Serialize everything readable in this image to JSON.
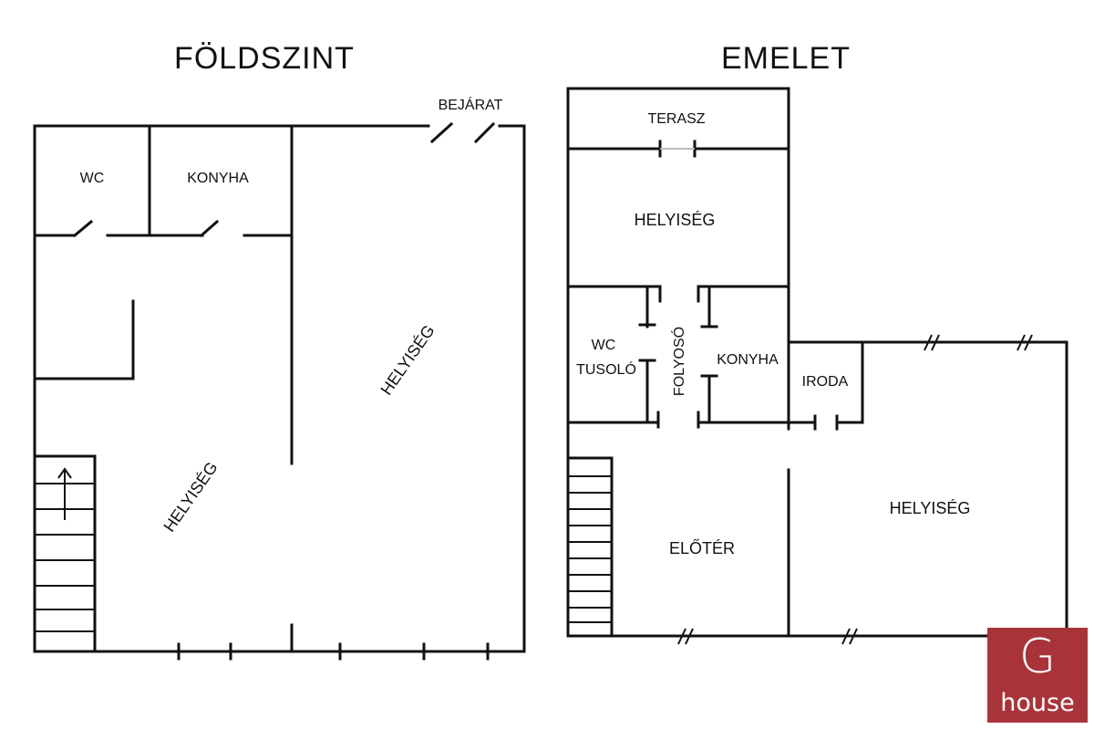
{
  "ground_floor": {
    "title": "FÖLDSZINT",
    "rooms": {
      "wc": "WC",
      "kitchen": "KONYHA",
      "room_left": "HELYISÉG",
      "room_right": "HELYISÉG",
      "entrance": "BEJÁRAT"
    }
  },
  "upper_floor": {
    "title": "EMELET",
    "rooms": {
      "terrace": "TERASZ",
      "room_top": "HELYISÉG",
      "wc": "WC",
      "shower": "TUSOLÓ",
      "corridor": "FOLYOSÓ",
      "kitchen": "KONYHA",
      "office": "IRODA",
      "hall": "ELŐTÉR",
      "room_right": "HELYISÉG"
    }
  },
  "logo": {
    "letter": "G",
    "word": "house",
    "color": "#a8343a"
  }
}
